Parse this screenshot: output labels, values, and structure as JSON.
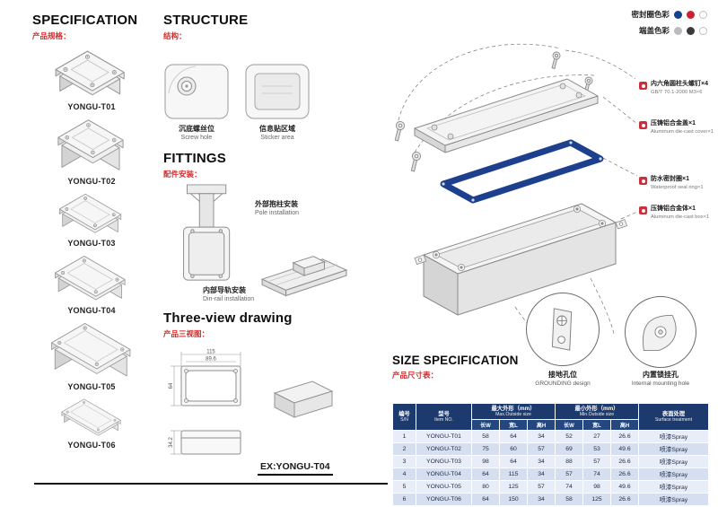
{
  "accent": {
    "red": "#d42a2a",
    "navy": "#1d3a6e",
    "seal_blue": "#1c3f8e"
  },
  "sections": {
    "specification": {
      "title": "SPECIFICATION",
      "subtitle": "产品规格："
    },
    "structure": {
      "title": "STRUCTURE",
      "subtitle": "结构：",
      "items": [
        {
          "zh": "沉底螺丝位",
          "en": "Screw hole"
        },
        {
          "zh": "信息贴区域",
          "en": "Sticker area"
        }
      ]
    },
    "fittings": {
      "title": "FITTINGS",
      "subtitle": "配件安装：",
      "items": [
        {
          "zh": "外部抱柱安装",
          "en": "Pole installation"
        },
        {
          "zh": "内部导轨安装",
          "en": "Din-rail installation"
        }
      ]
    },
    "three_view": {
      "title": "Three-view drawing",
      "subtitle": "产品三视图：",
      "example": "EX:YONGU-T04",
      "dims": {
        "length": "115",
        "inner_length": "89.6",
        "width": "64",
        "height": "34.2"
      }
    },
    "size_spec": {
      "title": "SIZE SPECIFICATION",
      "subtitle": "产品尺寸表："
    }
  },
  "products": [
    {
      "label": "YONGU-T01"
    },
    {
      "label": "YONGU-T02"
    },
    {
      "label": "YONGU-T03"
    },
    {
      "label": "YONGU-T04"
    },
    {
      "label": "YONGU-T05"
    },
    {
      "label": "YONGU-T06"
    }
  ],
  "color_legend": [
    {
      "label": "密封圈色彩",
      "colors": [
        "#16418c",
        "#d01f2e",
        "#ffffff"
      ]
    },
    {
      "label": "端盖色彩",
      "colors": [
        "#b9bcbf",
        "#3a3a3a",
        "#ffffff"
      ]
    }
  ],
  "callouts": [
    {
      "zh": "内六角圆柱头螺钉×4",
      "en": "GB/T 70.1-2000 M3×6",
      "icon": "screw-icon"
    },
    {
      "zh": "压铸铝合金盖×1",
      "en": "Aluminum die-cast cover×1",
      "icon": "cover-icon"
    },
    {
      "zh": "防水密封圈×1",
      "en": "Waterproof seal ring×1",
      "icon": "seal-icon"
    },
    {
      "zh": "压铸铝合金体×1",
      "en": "Aluminum die-cast box×1",
      "icon": "box-icon"
    }
  ],
  "details": [
    {
      "zh": "接地孔位",
      "en": "GROUNDING design"
    },
    {
      "zh": "内置锁挂孔",
      "en": "Internal mounting hole"
    }
  ],
  "table": {
    "header": {
      "sn_zh": "编号",
      "sn_en": "S/N",
      "item_zh": "型号",
      "item_en": "Item NO.",
      "max_zh": "最大外形（mm）",
      "max_en": "Max.Outside size",
      "min_zh": "最小外形（mm）",
      "min_en": "Min.Outside size",
      "surface_zh": "表面处理",
      "surface_en": "Surface treatment",
      "sub": [
        "长W",
        "宽L",
        "高H",
        "长W",
        "宽L",
        "高H"
      ]
    },
    "rows": [
      [
        "1",
        "YONGU-T01",
        "58",
        "64",
        "34",
        "52",
        "27",
        "26.6",
        "喷漆Spray"
      ],
      [
        "2",
        "YONGU-T02",
        "75",
        "60",
        "57",
        "69",
        "53",
        "49.6",
        "喷漆Spray"
      ],
      [
        "3",
        "YONGU-T03",
        "98",
        "64",
        "34",
        "88",
        "57",
        "26.6",
        "喷漆Spray"
      ],
      [
        "4",
        "YONGU-T04",
        "64",
        "115",
        "34",
        "57",
        "74",
        "26.6",
        "喷漆Spray"
      ],
      [
        "5",
        "YONGU-T05",
        "80",
        "125",
        "57",
        "74",
        "98",
        "49.6",
        "喷漆Spray"
      ],
      [
        "6",
        "YONGU-T06",
        "64",
        "150",
        "34",
        "58",
        "125",
        "26.6",
        "喷漆Spray"
      ]
    ]
  }
}
